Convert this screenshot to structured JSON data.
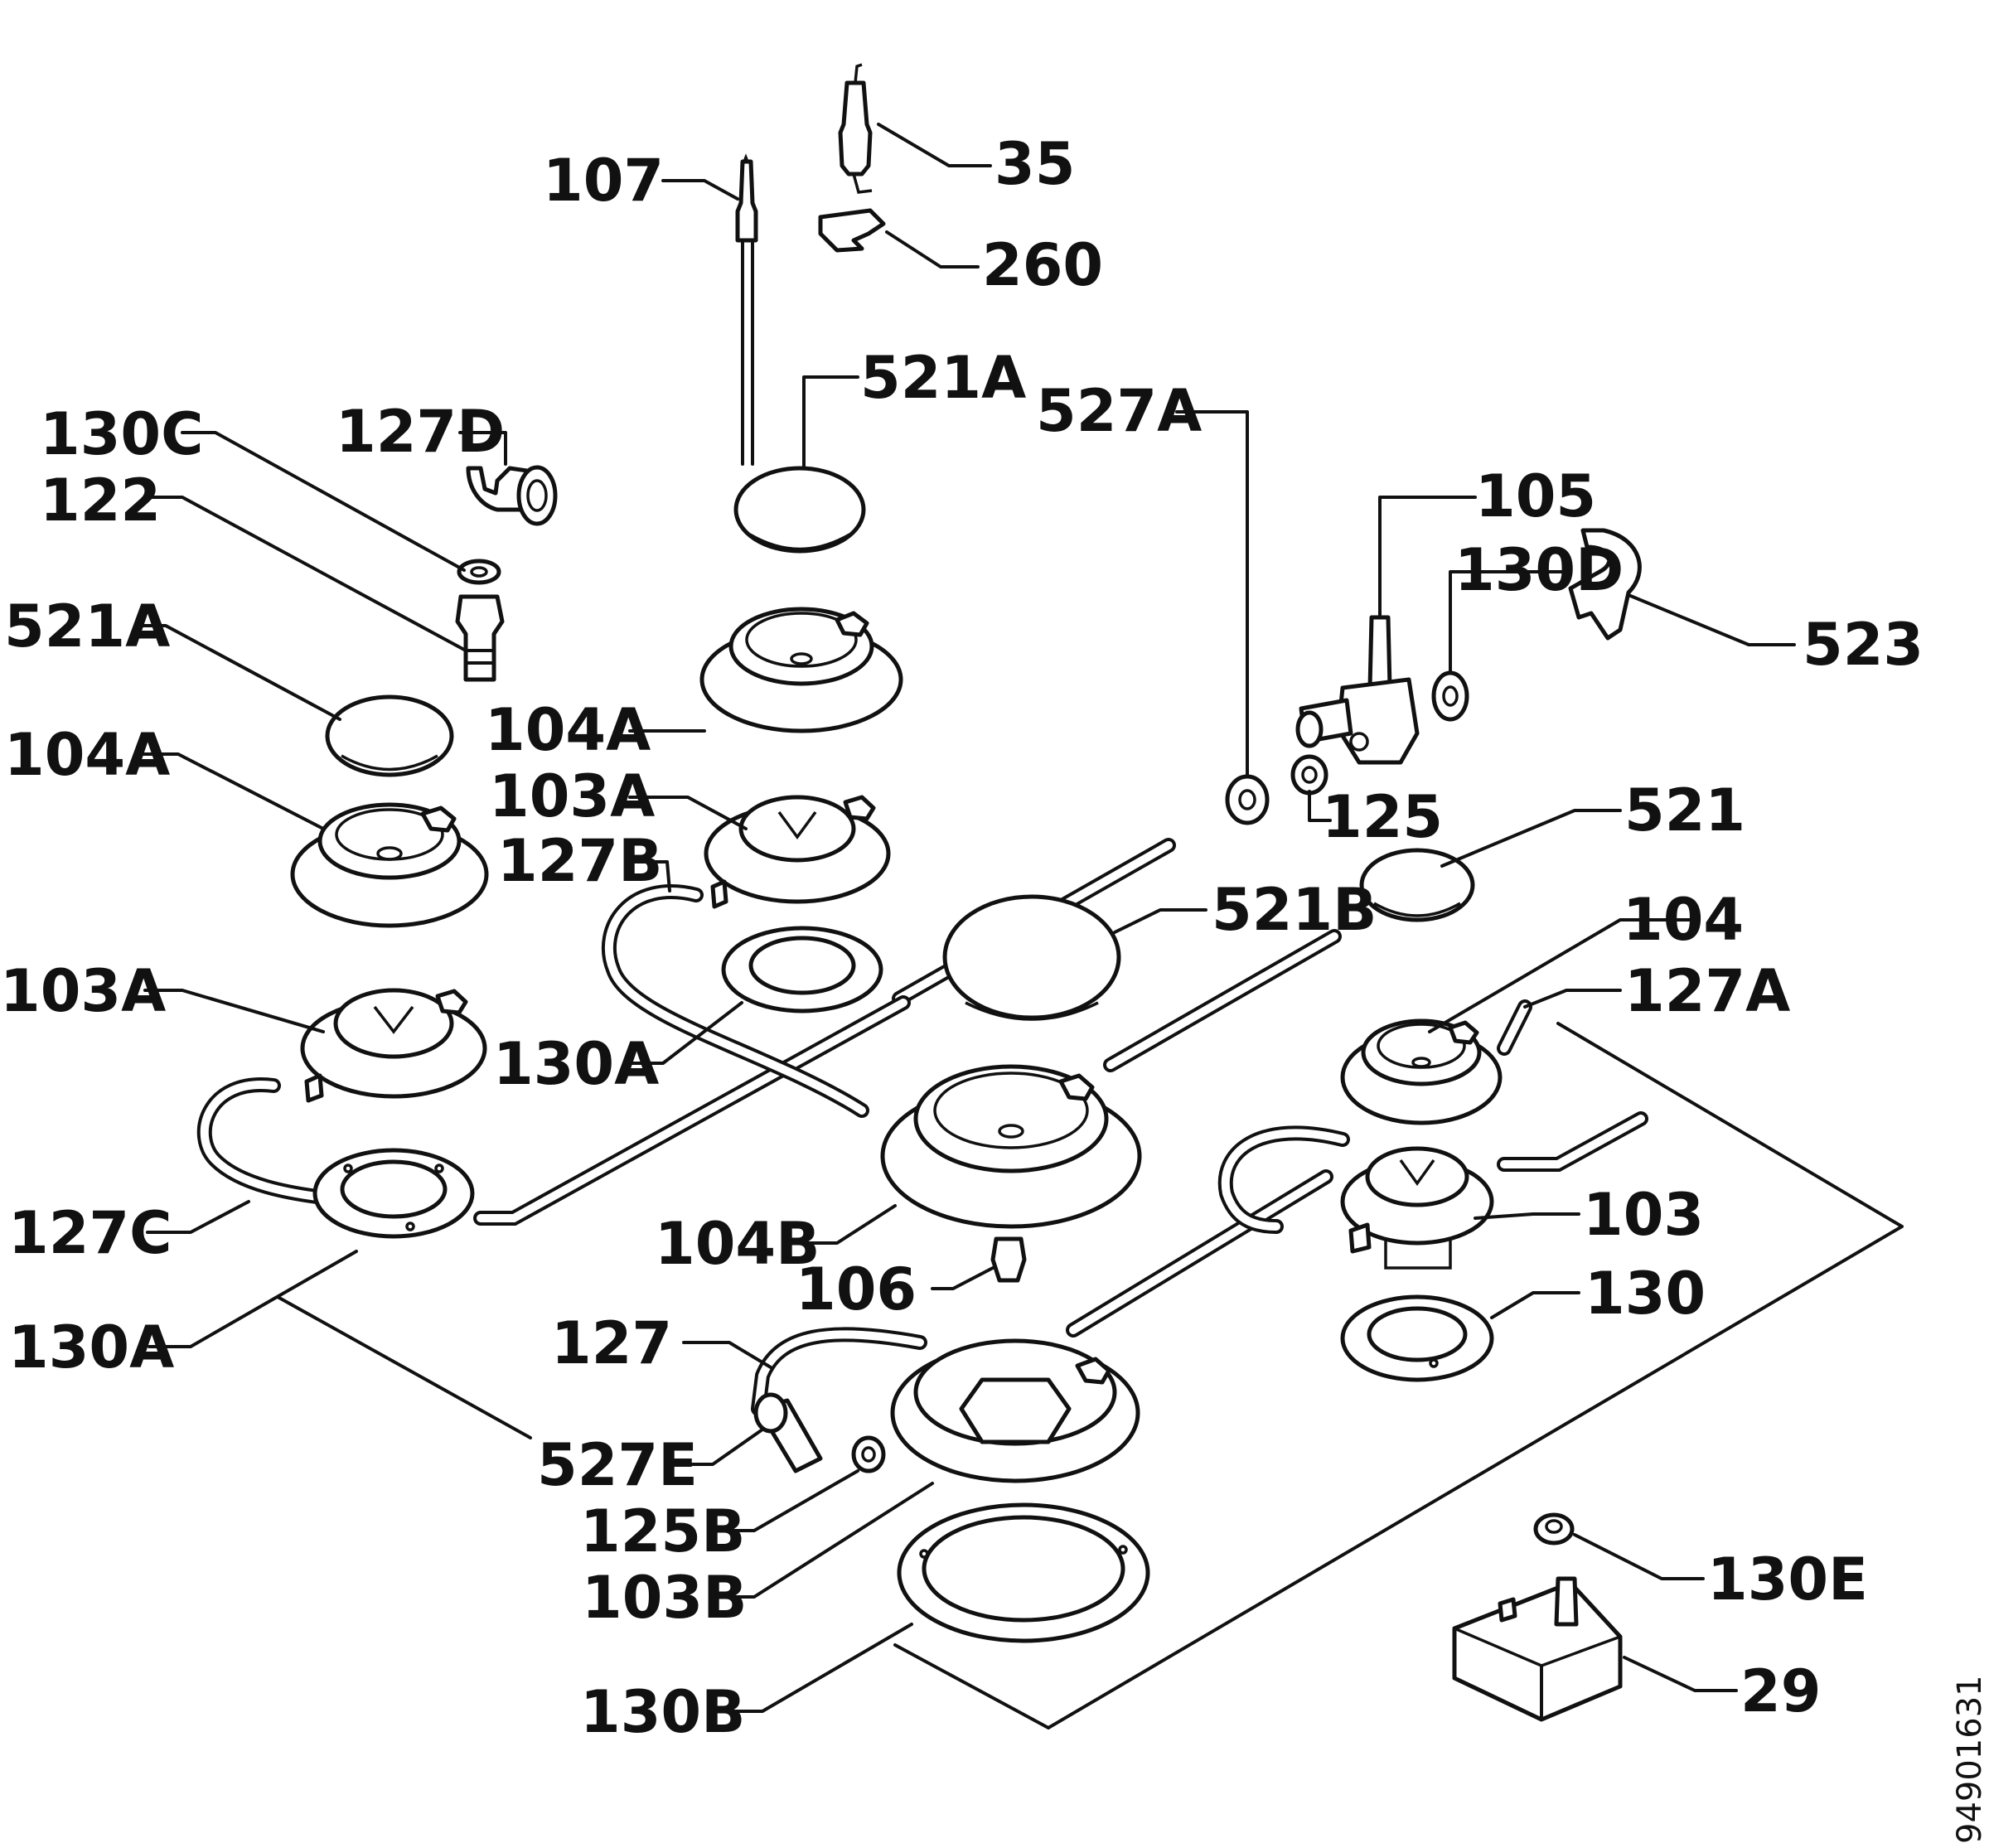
{
  "diagram": {
    "doc_number": "94901631",
    "labels": [
      {
        "id": "l35",
        "text": "35"
      },
      {
        "id": "l107",
        "text": "107"
      },
      {
        "id": "l260",
        "text": "260"
      },
      {
        "id": "l521a_top",
        "text": "521A"
      },
      {
        "id": "l527a",
        "text": "527A"
      },
      {
        "id": "l130c",
        "text": "130C"
      },
      {
        "id": "l127d",
        "text": "127D"
      },
      {
        "id": "l122",
        "text": "122"
      },
      {
        "id": "l105",
        "text": "105"
      },
      {
        "id": "l130d",
        "text": "130D"
      },
      {
        "id": "l523",
        "text": "523"
      },
      {
        "id": "l521a_left",
        "text": "521A"
      },
      {
        "id": "l104a_mid",
        "text": "104A"
      },
      {
        "id": "l104a_left",
        "text": "104A"
      },
      {
        "id": "l103a_mid",
        "text": "103A"
      },
      {
        "id": "l125",
        "text": "125"
      },
      {
        "id": "l521",
        "text": "521"
      },
      {
        "id": "l127b",
        "text": "127B"
      },
      {
        "id": "l521b",
        "text": "521B"
      },
      {
        "id": "l104",
        "text": "104"
      },
      {
        "id": "l103a_left",
        "text": "103A"
      },
      {
        "id": "l127a",
        "text": "127A"
      },
      {
        "id": "l130a_mid",
        "text": "130A"
      },
      {
        "id": "l103",
        "text": "103"
      },
      {
        "id": "l127c",
        "text": "127C"
      },
      {
        "id": "l104b",
        "text": "104B"
      },
      {
        "id": "l106",
        "text": "106"
      },
      {
        "id": "l130",
        "text": "130"
      },
      {
        "id": "l130a_low",
        "text": "130A"
      },
      {
        "id": "l127",
        "text": "127"
      },
      {
        "id": "l527e",
        "text": "527E"
      },
      {
        "id": "l125b",
        "text": "125B"
      },
      {
        "id": "l130e",
        "text": "130E"
      },
      {
        "id": "l103b",
        "text": "103B"
      },
      {
        "id": "l29",
        "text": "29"
      },
      {
        "id": "l130b",
        "text": "130B"
      }
    ]
  }
}
